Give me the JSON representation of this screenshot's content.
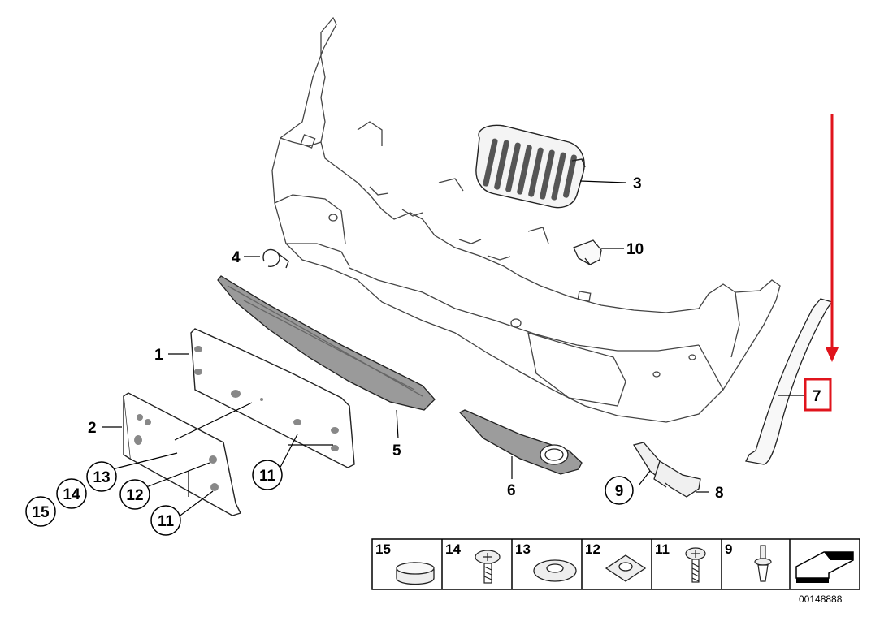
{
  "diagram": {
    "callouts": {
      "p1": "1",
      "p2": "2",
      "p3": "3",
      "p4": "4",
      "p5": "5",
      "p6": "6",
      "p7": "7",
      "p8": "8",
      "p9": "9",
      "p10": "10",
      "p11a": "11",
      "p11b": "11",
      "p12": "12",
      "p13": "13",
      "p14": "14",
      "p15": "15"
    },
    "highlight_color": "#e0141c",
    "hardware_strip": {
      "labels": [
        "15",
        "14",
        "13",
        "12",
        "11",
        "9"
      ]
    },
    "drawing_number": "00148888"
  }
}
